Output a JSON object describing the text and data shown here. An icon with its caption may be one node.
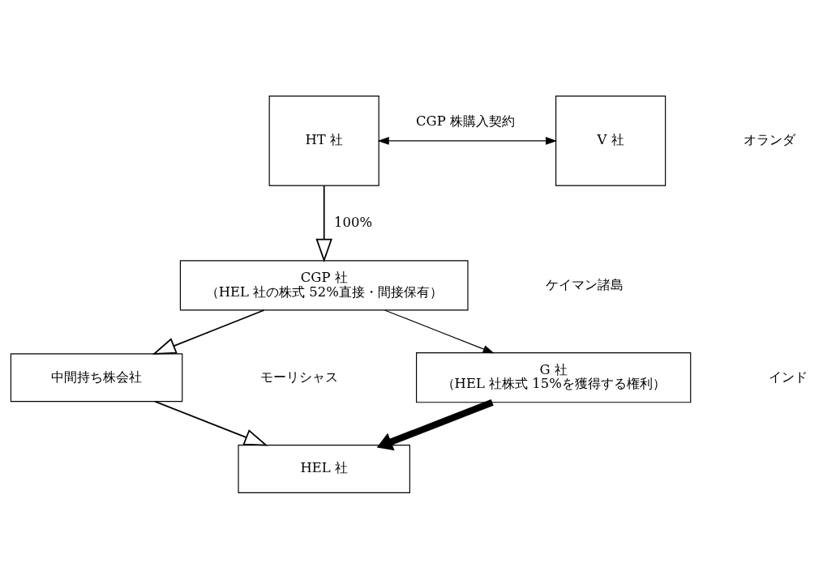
{
  "diagram": {
    "nodes": [
      {
        "text": [
          "HT 社"
        ]
      },
      {
        "text": [
          "V 社"
        ]
      },
      {
        "text": [
          "CGP 社",
          "（HEL 社の株式 52%直接・間接保有）"
        ]
      },
      {
        "text": [
          "中間持ち株会社"
        ]
      },
      {
        "text": [
          "G 社",
          "（HEL 社株式 15%を獲得する権利）"
        ]
      },
      {
        "text": [
          "HEL 社"
        ]
      }
    ],
    "edges": [
      {
        "from": 0,
        "to": 1,
        "arrow": "both",
        "label": "CGP 株購入契約"
      },
      {
        "from": 0,
        "to": 2,
        "arrow": "to",
        "label": "100%"
      },
      {
        "from": 2,
        "to": 3,
        "arrow": "to"
      },
      {
        "from": 3,
        "to": 5,
        "arrow": "to"
      },
      {
        "from": 2,
        "to": 4,
        "arrow": "to"
      },
      {
        "from": 4,
        "to": 5,
        "arrow": "to",
        "style": "thick"
      }
    ],
    "labels": [
      "オランダ",
      "ケイマン諸島",
      "モーリシャス",
      "インド"
    ]
  }
}
